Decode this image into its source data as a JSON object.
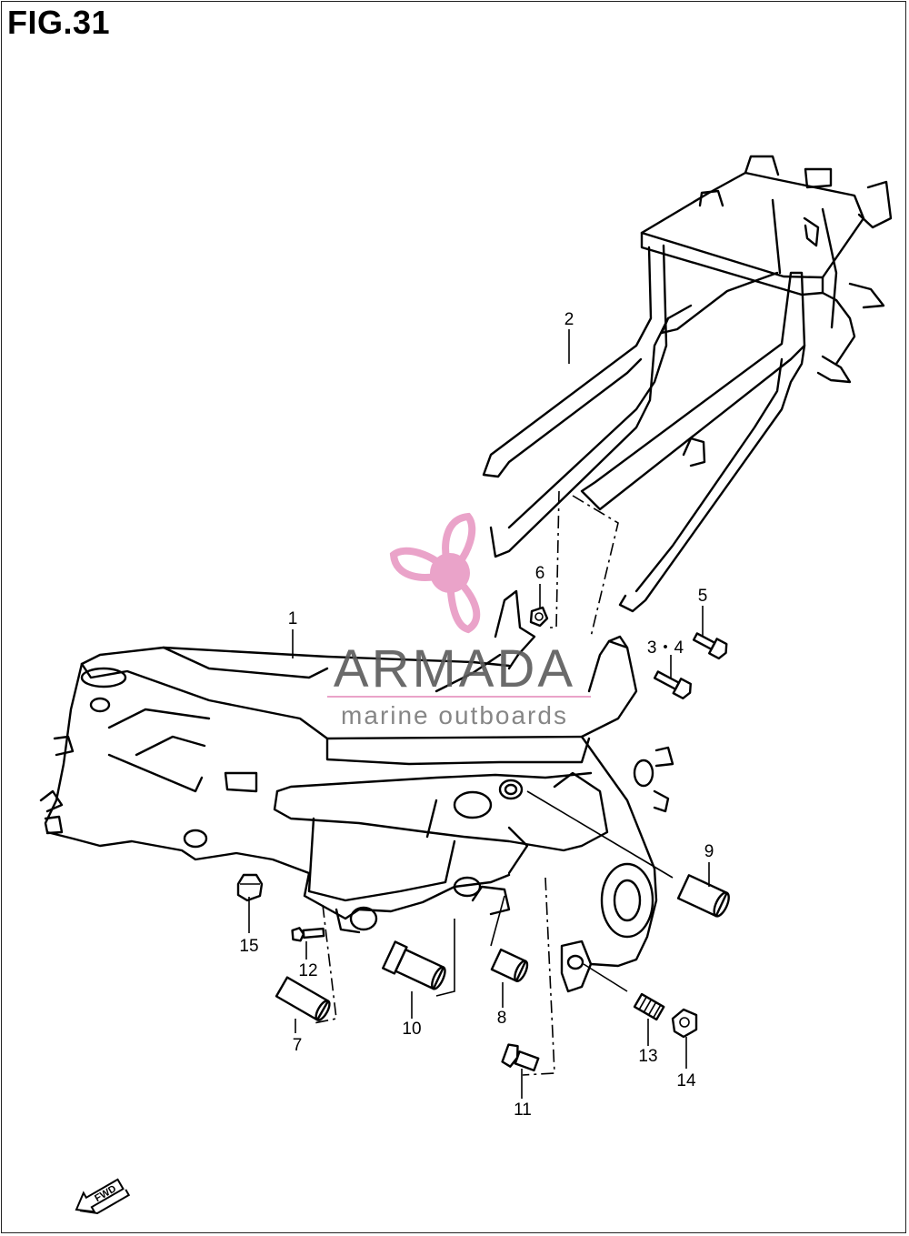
{
  "figure": {
    "title": "FIG.31"
  },
  "watermark": {
    "brand": "ARMADA",
    "tagline": "marine outboards",
    "logo_color": "#e89ac4"
  },
  "fwd_marker": {
    "label": "FWD"
  },
  "callouts": [
    "1",
    "2",
    "3・4",
    "5",
    "6",
    "7",
    "8",
    "9",
    "10",
    "11",
    "12",
    "13",
    "14",
    "15"
  ]
}
